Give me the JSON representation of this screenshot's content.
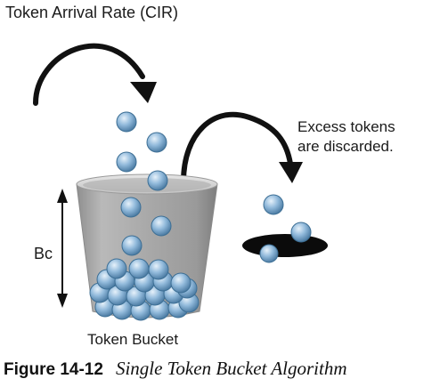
{
  "labels": {
    "arrival_rate": "Token Arrival Rate (CIR)",
    "excess_line1": "Excess tokens",
    "excess_line2": "are discarded.",
    "bucket_depth": "Bc",
    "bucket_name": "Token Bucket"
  },
  "caption": {
    "number": "Figure 14-12",
    "title": "Single Token Bucket Algorithm"
  },
  "colors": {
    "token_fill": "#8fb6d6",
    "token_edge": "#3d6f95",
    "bucket_body": "#9e9e9e",
    "bucket_rim": "#d2d2d2",
    "arrow": "#111111",
    "hole": "#0a0a0a"
  }
}
